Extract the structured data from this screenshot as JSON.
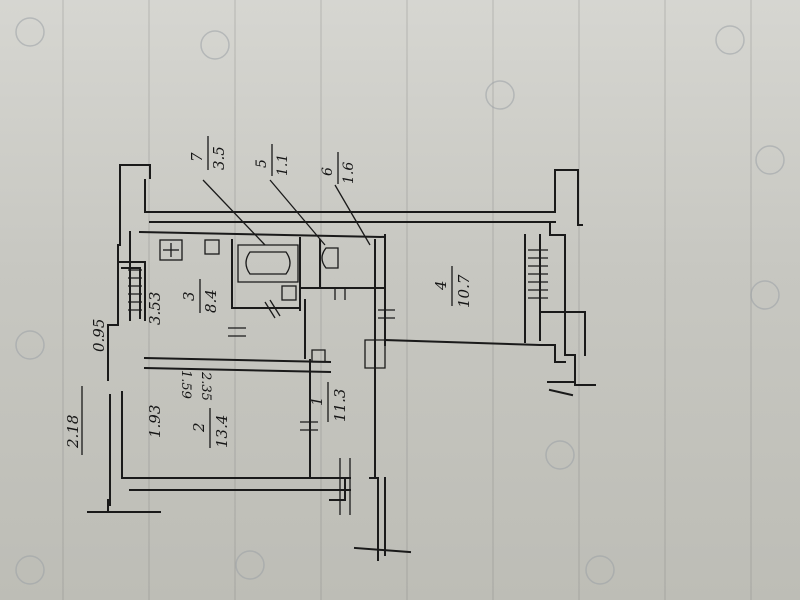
{
  "rooms": [
    {
      "id": "1",
      "area": "11.3"
    },
    {
      "id": "2",
      "area": "13.4"
    },
    {
      "id": "3",
      "area": "8.4"
    },
    {
      "id": "4",
      "area": "10.7"
    },
    {
      "id": "5",
      "area": "1.1"
    },
    {
      "id": "6",
      "area": "1.6"
    },
    {
      "id": "7",
      "area": "3.5"
    }
  ],
  "dimensions": {
    "d_2_18": "2.18",
    "d_0_95": "0.95",
    "d_1_93": "1.93",
    "d_3_53": "3.53",
    "d_2_35": "2.35",
    "d_1_59": "1.59"
  },
  "colors": {
    "ink": "#1a1a1a",
    "paper": "#c9c9c4"
  }
}
